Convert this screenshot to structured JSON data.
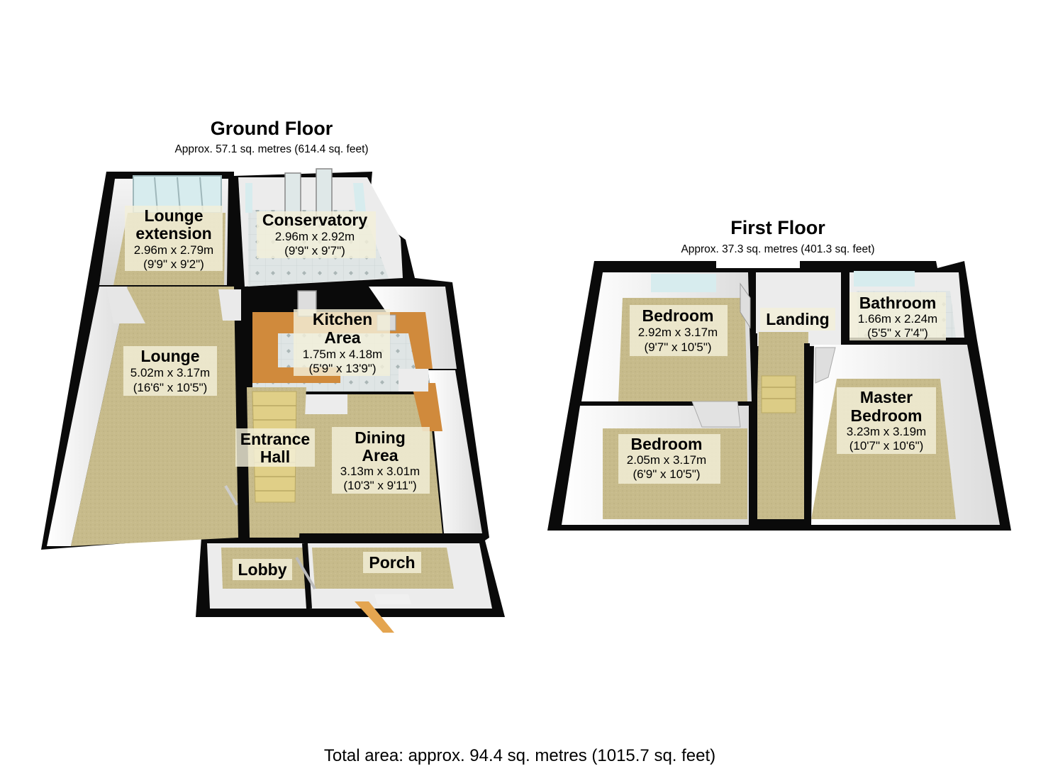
{
  "ground_floor": {
    "title": "Ground Floor",
    "area": "Approx.  57.1 sq. metres (614.4 sq. feet)",
    "rooms": {
      "lounge_extension": {
        "name_line1": "Lounge",
        "name_line2": "extension",
        "metric": "2.96m x 2.79m",
        "imperial": "(9'9\" x 9'2\")"
      },
      "conservatory": {
        "name": "Conservatory",
        "metric": "2.96m x 2.92m",
        "imperial": "(9'9\" x 9'7\")"
      },
      "lounge": {
        "name": "Lounge",
        "metric": "5.02m x 3.17m",
        "imperial": "(16'6\" x 10'5\")"
      },
      "kitchen_area": {
        "name_line1": "Kitchen",
        "name_line2": "Area",
        "metric": "1.75m x 4.18m",
        "imperial": "(5'9\" x 13'9\")"
      },
      "entrance_hall": {
        "name_line1": "Entrance",
        "name_line2": "Hall"
      },
      "dining_area": {
        "name_line1": "Dining",
        "name_line2": "Area",
        "metric": "3.13m x 3.01m",
        "imperial": "(10'3\" x 9'11\")"
      },
      "lobby": {
        "name": "Lobby"
      },
      "porch": {
        "name": "Porch"
      }
    }
  },
  "first_floor": {
    "title": "First Floor",
    "area": "Approx.  37.3 sq. metres (401.3 sq. feet)",
    "rooms": {
      "bedroom_1": {
        "name": "Bedroom",
        "metric": "2.92m x 3.17m",
        "imperial": "(9'7\" x 10'5\")"
      },
      "landing": {
        "name": "Landing"
      },
      "bathroom": {
        "name": "Bathroom",
        "metric": "1.66m x 2.24m",
        "imperial": "(5'5\" x 7'4\")"
      },
      "bedroom_2": {
        "name": "Bedroom",
        "metric": "2.05m x 3.17m",
        "imperial": "(6'9\" x 10'5\")"
      },
      "master_bedroom": {
        "name_line1": "Master",
        "name_line2": "Bedroom",
        "metric": "3.23m x 3.19m",
        "imperial": "(10'7\" x 10'6\")"
      }
    }
  },
  "total_area": "Total area: approx.  94.4 sq. metres (1015.7 sq. feet)",
  "colors": {
    "wall": "#0a0a0a",
    "wall_inner": "#ececec",
    "carpet": "#c9bd8e",
    "tile": "#dde3e3",
    "worktop": "#d08a3c",
    "glass": "#d7ecee"
  }
}
